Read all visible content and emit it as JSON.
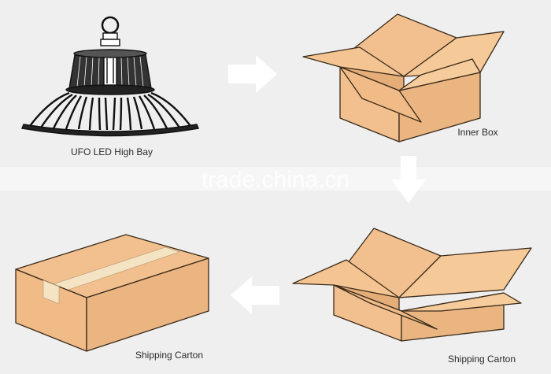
{
  "labels": {
    "product": "UFO LED High Bay",
    "inner_box": "Inner Box",
    "shipping_carton_open": "Shipping Carton",
    "shipping_carton_closed": "Shipping Carton"
  },
  "watermark": "trade.china.cn",
  "colors": {
    "background": "#efefef",
    "carton": "#f2c08f",
    "carton_dark": "#e5ad78",
    "tape": "#f4e4c4",
    "arrow": "#ffffff",
    "outline": "#3a2a1a"
  }
}
